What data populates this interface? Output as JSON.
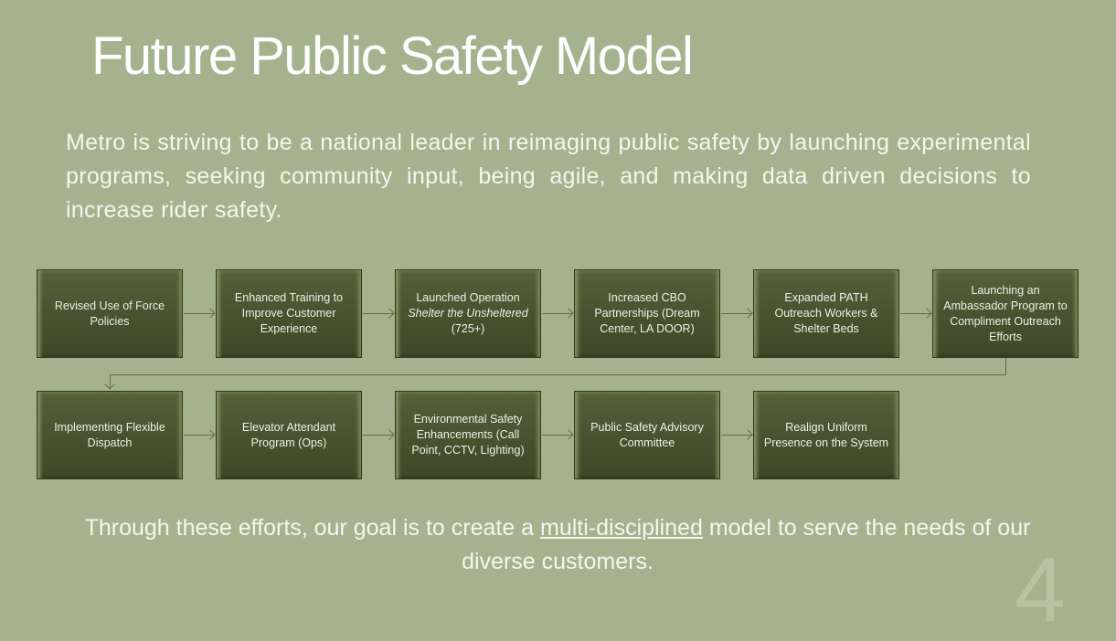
{
  "title": "Future Public Safety Model",
  "intro": "Metro is striving to be a national leader in reimaging public safety by launching experimental programs, seeking community input, being agile, and making data driven decisions to increase rider safety.",
  "steps": [
    {
      "text": "Revised Use of Force Policies"
    },
    {
      "text": "Enhanced Training to Improve Customer Experience"
    },
    {
      "pre": "Launched Operation ",
      "italic": "Shelter the Unsheltered",
      "post": " (725+)"
    },
    {
      "text": "Increased CBO Partnerships (Dream Center, LA DOOR)"
    },
    {
      "text": "Expanded PATH Outreach Workers & Shelter Beds"
    },
    {
      "text": "Launching an Ambassador Program to Compliment Outreach Efforts"
    },
    {
      "text": "Implementing Flexible Dispatch"
    },
    {
      "text": "Elevator Attendant Program (Ops)"
    },
    {
      "text": "Environmental Safety Enhancements (Call Point, CCTV, Lighting)"
    },
    {
      "text": "Public Safety Advisory Committee"
    },
    {
      "text": "Realign Uniform Presence on the System"
    }
  ],
  "closing": {
    "pre": "Through these efforts, our goal is to create a ",
    "underlined": "multi-disciplined",
    "post": " model to serve the needs of our diverse customers."
  },
  "page_number": "4"
}
